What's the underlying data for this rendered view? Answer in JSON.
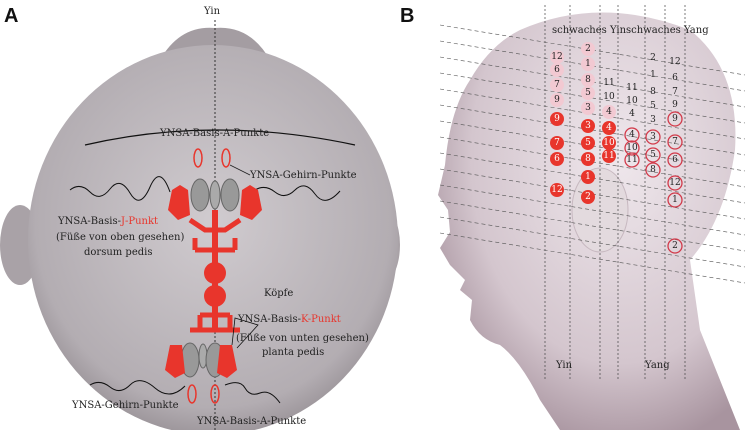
{
  "panel_a": {
    "label": "A",
    "axis_label": "Yin",
    "basis_a_top": "YNSA-Basis-A-Punkte",
    "gehirn_top": "YNSA-Gehirn-Punkte",
    "j_prefix": "YNSA-Basis-",
    "j_red": "J-Punkt",
    "j_line2": "(Füße von oben gesehen)",
    "j_line3": "dorsum pedis",
    "koepfe": "Köpfe",
    "k_prefix": "YNSA-Basis-",
    "k_red": "K-Punkt",
    "k_line2": "(Füße von unten gesehen)",
    "k_line3": "planta pedis",
    "gehirn_bottom": "YNSA-Gehirn-Punkte",
    "basis_a_bottom": "YNSA-Basis-A-Punkte"
  },
  "panel_b": {
    "label": "B",
    "header_yin": "schwaches Yin",
    "header_yang": "schwaches Yang",
    "footer_yin": "Yin",
    "footer_yang": "Yang",
    "columns": [
      [
        {
          "n": "12",
          "s": "pink"
        },
        {
          "n": "6",
          "s": "pink"
        },
        {
          "n": "7",
          "s": "pink"
        },
        {
          "n": "9",
          "s": "pink"
        },
        {
          "n": "9",
          "s": "red"
        },
        {
          "n": "7",
          "s": "red"
        },
        {
          "n": "6",
          "s": "red"
        },
        {
          "n": "12",
          "s": "red"
        }
      ],
      [
        {
          "n": "2",
          "s": "pink"
        },
        {
          "n": "1",
          "s": "pink"
        },
        {
          "n": "8",
          "s": "pink"
        },
        {
          "n": "5",
          "s": "pink"
        },
        {
          "n": "3",
          "s": "pink"
        },
        {
          "n": "3",
          "s": "red"
        },
        {
          "n": "5",
          "s": "red"
        },
        {
          "n": "8",
          "s": "red"
        },
        {
          "n": "1",
          "s": "red"
        },
        {
          "n": "2",
          "s": "red"
        }
      ],
      [
        {
          "n": "11",
          "s": "plain"
        },
        {
          "n": "10",
          "s": "plain"
        },
        {
          "n": "4",
          "s": "pink"
        },
        {
          "n": "4",
          "s": "red"
        },
        {
          "n": "10",
          "s": "red"
        },
        {
          "n": "11",
          "s": "red"
        }
      ],
      [
        {
          "n": "11",
          "s": "plain"
        },
        {
          "n": "10",
          "s": "plain"
        },
        {
          "n": "4",
          "s": "plain"
        },
        {
          "n": "4",
          "s": "ring"
        },
        {
          "n": "10",
          "s": "ring"
        },
        {
          "n": "11",
          "s": "ring"
        }
      ],
      [
        {
          "n": "2",
          "s": "plain"
        },
        {
          "n": "1",
          "s": "plain"
        },
        {
          "n": "8",
          "s": "plain"
        },
        {
          "n": "5",
          "s": "plain"
        },
        {
          "n": "3",
          "s": "plain"
        },
        {
          "n": "3",
          "s": "ring"
        },
        {
          "n": "5",
          "s": "ring"
        },
        {
          "n": "8",
          "s": "ring"
        }
      ],
      [
        {
          "n": "12",
          "s": "plain"
        },
        {
          "n": "6",
          "s": "plain"
        },
        {
          "n": "7",
          "s": "plain"
        },
        {
          "n": "9",
          "s": "plain"
        },
        {
          "n": "9",
          "s": "ring"
        },
        {
          "n": "7",
          "s": "ring"
        },
        {
          "n": "6",
          "s": "ring"
        },
        {
          "n": "12",
          "s": "ring"
        },
        {
          "n": "1",
          "s": "ring"
        },
        {
          "n": "2",
          "s": "ring"
        }
      ]
    ]
  },
  "colors": {
    "red": "#e8352c",
    "pink": "#f2c9d2",
    "ring": "#d23a4a",
    "skin_a": "#bfb8bc",
    "skin_b": "#d9cdd3"
  }
}
